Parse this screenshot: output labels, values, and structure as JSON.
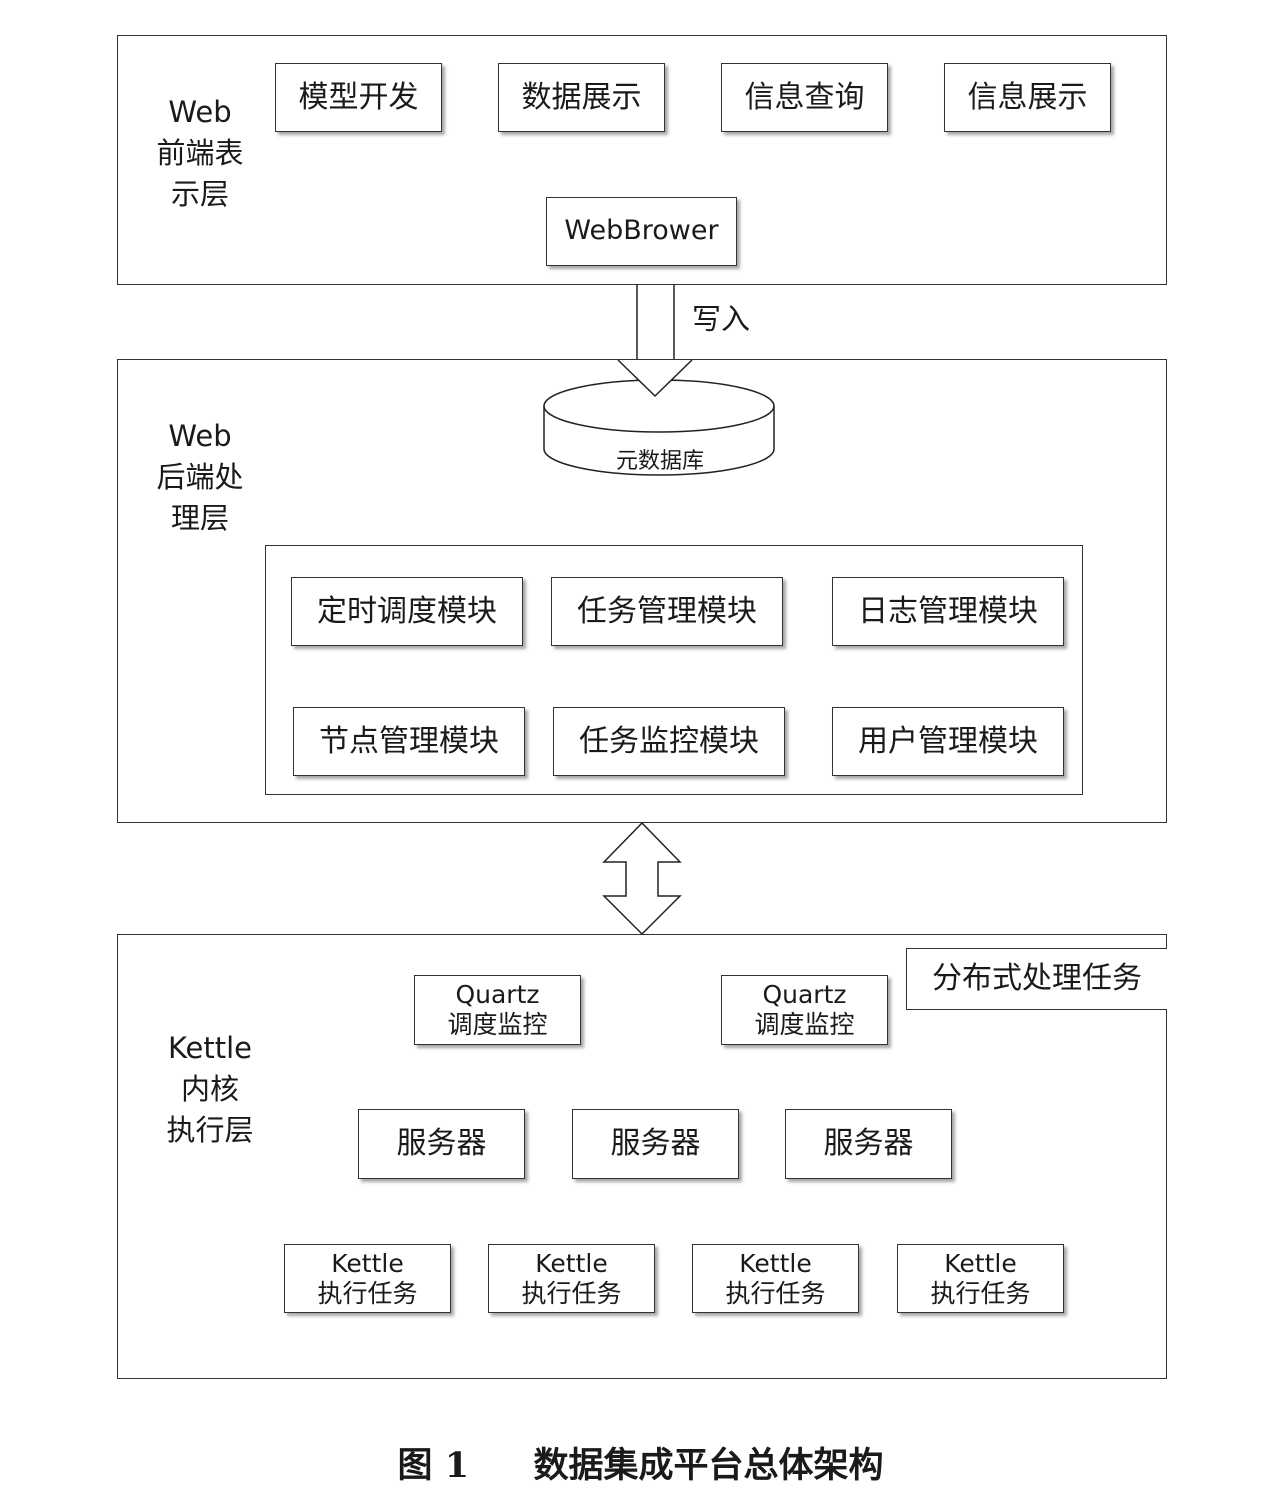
{
  "layers": {
    "frontend_label": "Web\n前端表\n示层",
    "backend_label": "Web\n后端处\n理层",
    "kernel_label": "Kettle\n内核\n执行层"
  },
  "frontend": {
    "modules": [
      "模型开发",
      "数据展示",
      "信息查询",
      "信息展示"
    ],
    "browser": "WebBrower"
  },
  "write_label": "写入",
  "database_label": "元数据库",
  "backend": {
    "modules": [
      "定时调度模块",
      "任务管理模块",
      "日志管理模块",
      "节点管理模块",
      "任务监控模块",
      "用户管理模块"
    ]
  },
  "kernel": {
    "distributed_label": "分布式处理任务",
    "quartz": [
      {
        "line1": "Quartz",
        "line2": "调度监控"
      },
      {
        "line1": "Quartz",
        "line2": "调度监控"
      }
    ],
    "servers": [
      "服务器",
      "服务器",
      "服务器"
    ],
    "tasks": [
      {
        "line1": "Kettle",
        "line2": "执行任务"
      },
      {
        "line1": "Kettle",
        "line2": "执行任务"
      },
      {
        "line1": "Kettle",
        "line2": "执行任务"
      },
      {
        "line1": "Kettle",
        "line2": "执行任务"
      }
    ]
  },
  "caption": {
    "figure": "图 1",
    "title": "数据集成平台总体架构"
  }
}
